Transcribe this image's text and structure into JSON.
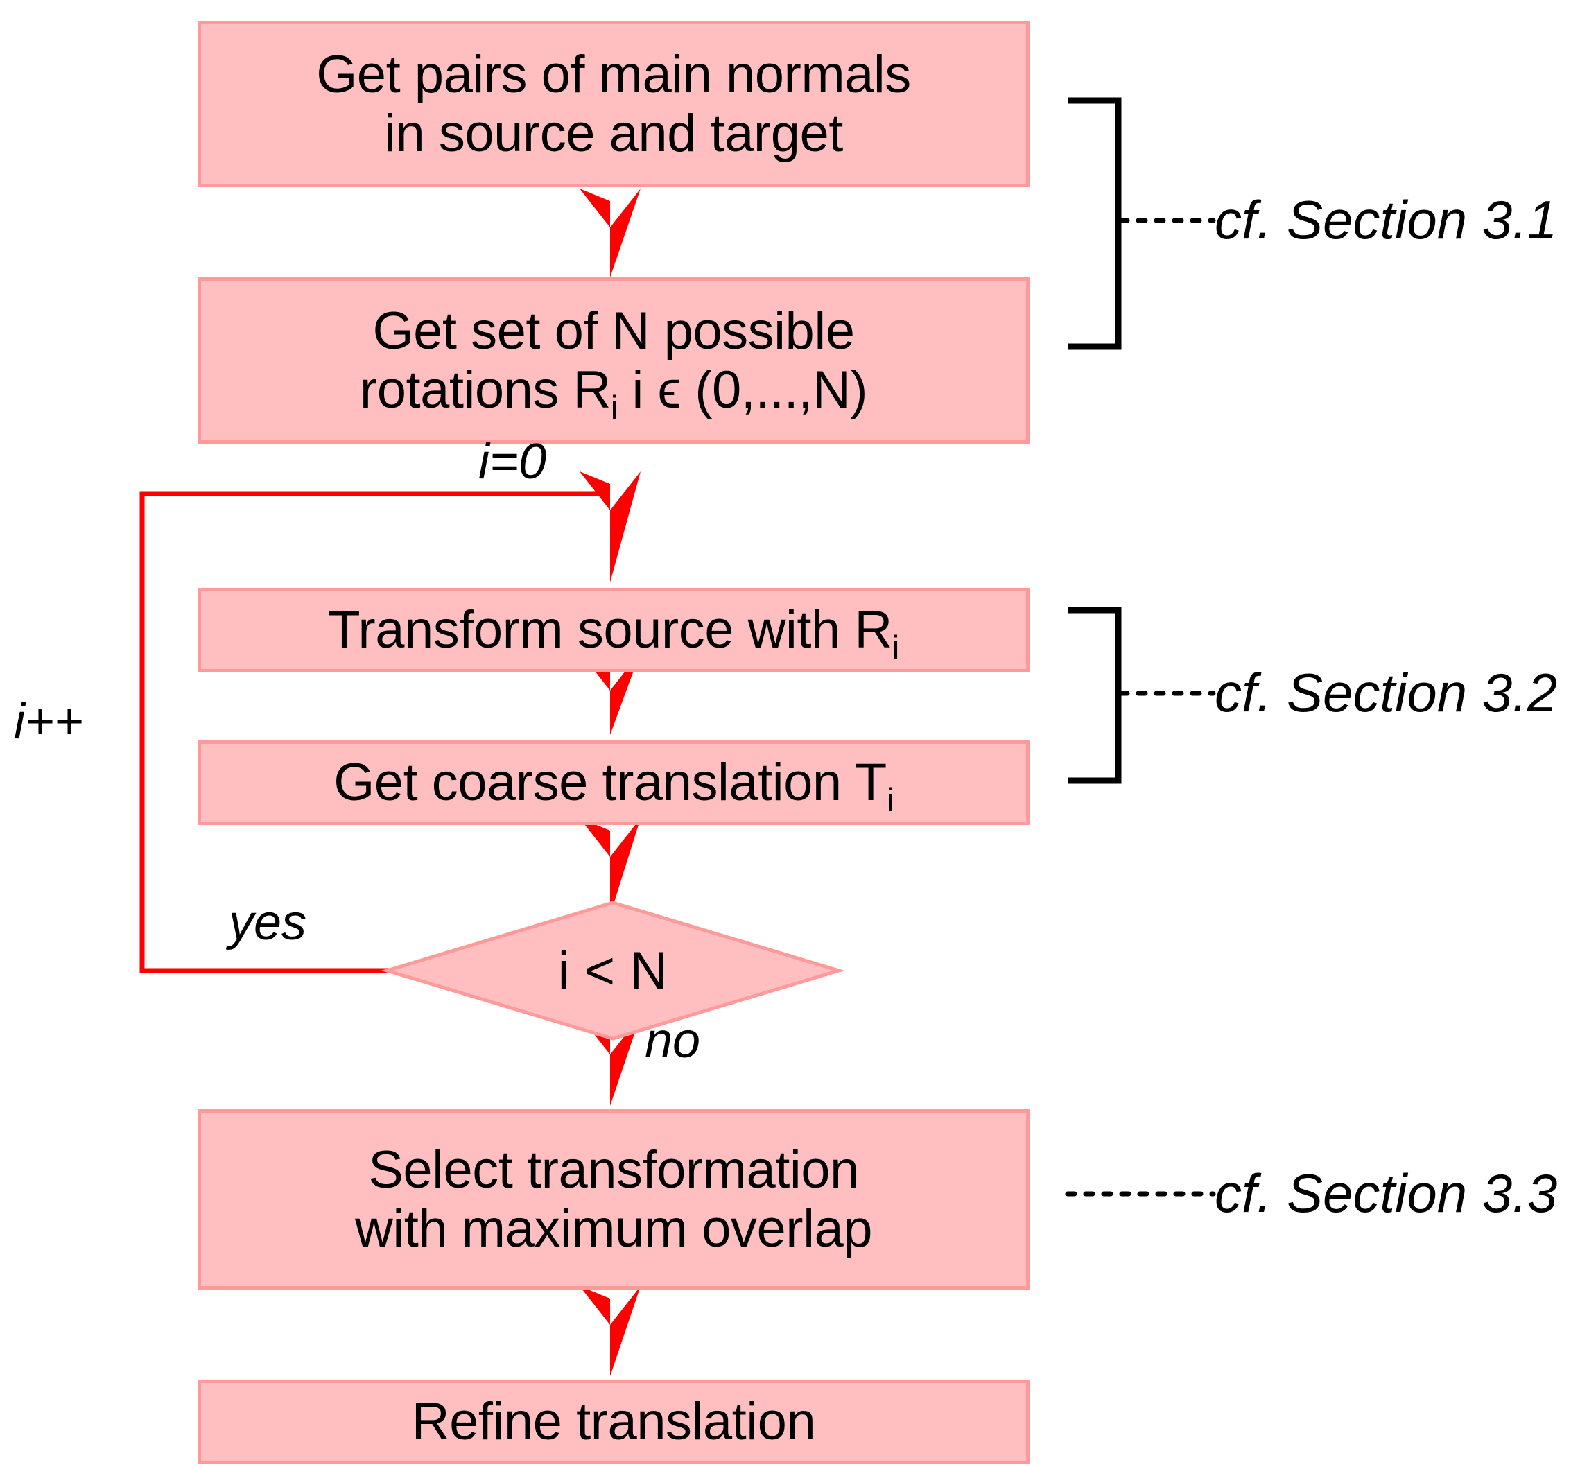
{
  "diagram": {
    "title": "Registration pipeline flowchart",
    "colors": {
      "node_fill": "#ffbfc0",
      "node_border": "#ff9a9b",
      "arrow": "#ff0000",
      "loop_line": "#ff0000",
      "bracket": "#000000",
      "text": "#000000",
      "background": "#ffffff"
    },
    "nodes": [
      {
        "id": "get-pairs",
        "shape": "process",
        "line1": "Get pairs of main normals",
        "line2": "in source and target"
      },
      {
        "id": "get-rotations",
        "shape": "process",
        "line1": "Get set of N possible",
        "line2_pre": "rotations R",
        "line2_sub": "i",
        "line2_post": " i ϵ (0,...,N)"
      },
      {
        "id": "transform-source",
        "shape": "process",
        "line1_pre": "Transform source with R",
        "line1_sub": "i"
      },
      {
        "id": "coarse-translation",
        "shape": "process",
        "line1_pre": "Get coarse translation T",
        "line1_sub": "i"
      },
      {
        "id": "loop-condition",
        "shape": "decision",
        "line1": "i < N"
      },
      {
        "id": "select-transformation",
        "shape": "process",
        "line1": "Select transformation",
        "line2": "with maximum overlap"
      },
      {
        "id": "refine-translation",
        "shape": "process",
        "line1": "Refine translation"
      }
    ],
    "edge_labels": {
      "init": "i=0",
      "increment": "i++",
      "yes": "yes",
      "no": "no"
    },
    "section_notes": [
      {
        "id": "note-3-1",
        "label": "cf. Section 3.1",
        "bracketed": true
      },
      {
        "id": "note-3-2",
        "label": "cf. Section 3.2",
        "bracketed": true
      },
      {
        "id": "note-3-3",
        "label": "cf. Section 3.3",
        "bracketed": false
      }
    ]
  }
}
